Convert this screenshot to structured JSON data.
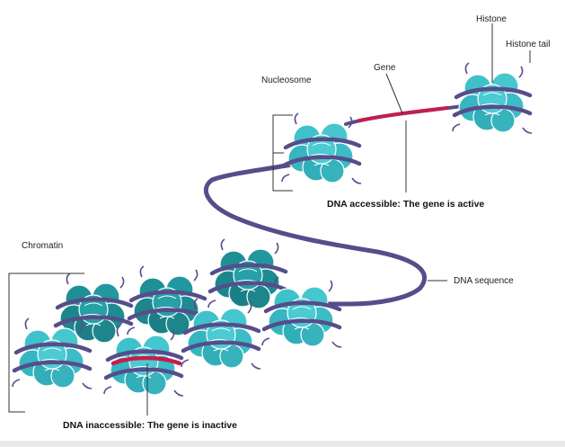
{
  "labels": {
    "histone": "Histone",
    "histone_tail": "Histone tail",
    "gene": "Gene",
    "nucleosome": "Nucleosome",
    "dna_accessible": "DNA accessible: The gene is active",
    "chromatin": "Chromatin",
    "dna_sequence": "DNA sequence",
    "dna_inaccessible": "DNA inaccessible: The gene is inactive"
  },
  "colors": {
    "histone_teal_light": "#3fc1cb",
    "histone_teal_dark": "#1f8f96",
    "dna_strand": "#564d8a",
    "gene_region": "#c41e4d",
    "leader_line": "#333333"
  },
  "icons": {
    "nucleosome": "histone-octamer-with-wrapped-dna",
    "histone_tail": "curled-tail"
  }
}
